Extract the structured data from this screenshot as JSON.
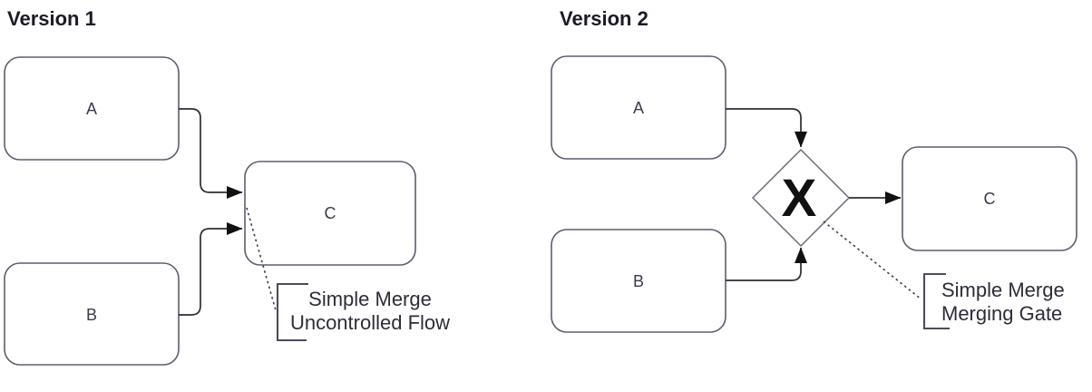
{
  "colors": {
    "title_text": "#1b1b28",
    "box_border": "#5d5d70",
    "node_text": "#3a3a4c",
    "diamond_border": "#6b6b7c",
    "gateway_symbol": "#111111",
    "connector": "#2e2e2e",
    "dotted_line": "#3c3c50",
    "bracket": "#4c4c5c",
    "annotation_text": "#2d2d3a",
    "arrowhead": "#111111"
  },
  "version1": {
    "title": "Version 1",
    "nodes": {
      "a": "A",
      "b": "B",
      "c": "C"
    },
    "annotation": {
      "line1": "Simple Merge",
      "line2": "Uncontrolled Flow"
    }
  },
  "version2": {
    "title": "Version 2",
    "nodes": {
      "a": "A",
      "b": "B",
      "c": "C"
    },
    "gateway_symbol": "X",
    "annotation": {
      "line1": "Simple Merge",
      "line2": "Merging Gate"
    }
  }
}
